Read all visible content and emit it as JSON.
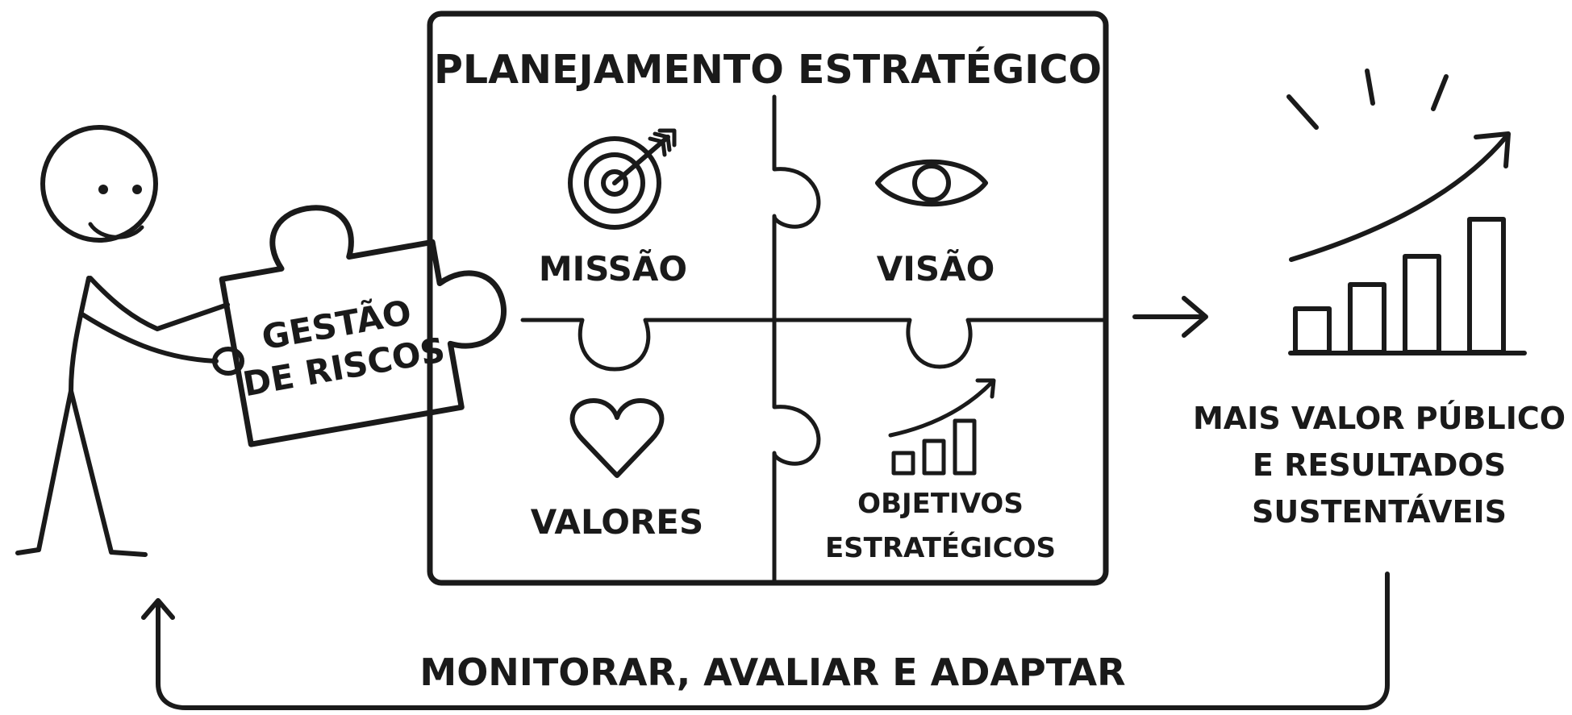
{
  "title": "PLANEJAMENTO ESTRATÉGICO",
  "risk_piece": {
    "line1": "GESTÃO",
    "line2": "DE RISCOS"
  },
  "quadrants": {
    "missao": {
      "label": "MISSÃO",
      "icon": "target-arrow-icon"
    },
    "visao": {
      "label": "VISÃO",
      "icon": "eye-icon"
    },
    "valores": {
      "label": "VALORES",
      "icon": "heart-icon"
    },
    "objetivos": {
      "line1": "OBJETIVOS",
      "line2": "ESTRATÉGICOS",
      "icon": "growth-chart-icon"
    }
  },
  "outcome": {
    "line1": "MAIS VALOR PÚBLICO",
    "line2": "E RESULTADOS",
    "line3": "SUSTENTÁVEIS",
    "icon": "rising-bar-chart-icon"
  },
  "feedback_label": "MONITORAR, AVALIAR E ADAPTAR",
  "colors": {
    "ink": "#1a1a1a",
    "background": "#ffffff"
  }
}
